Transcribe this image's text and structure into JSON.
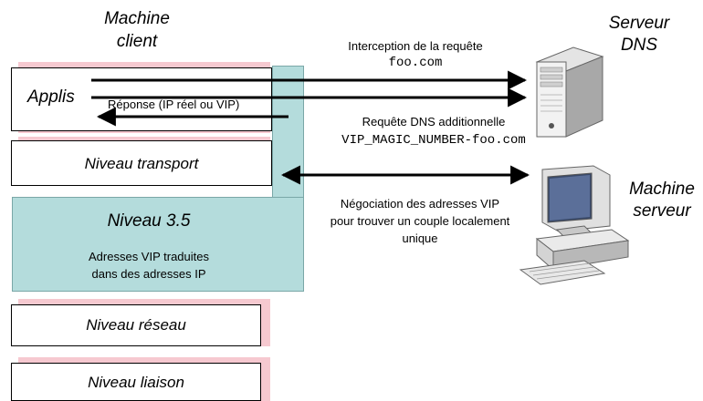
{
  "client_title": [
    "Machine",
    "client"
  ],
  "dns_title": [
    "Serveur",
    "DNS"
  ],
  "server_title": [
    "Machine",
    "serveur"
  ],
  "layers": {
    "applis": "Applis",
    "transport": "Niveau transport",
    "level35_title": "Niveau 3.5",
    "level35_desc": [
      "Adresses VIP traduites",
      "dans des adresses IP"
    ],
    "reseau": "Niveau réseau",
    "liaison": "Niveau liaison"
  },
  "arrows": {
    "interception_label": "Interception de la requête",
    "interception_domain": "foo.com",
    "response_label": "Réponse (IP réel ou VIP)",
    "dns_query_label": "Requête DNS additionnelle",
    "dns_query_domain": "VIP_MAGIC_NUMBER-foo.com",
    "negotiation_label": [
      "Négociation des adresses VIP",
      "pour trouver un couple localement",
      "unique"
    ]
  },
  "colors": {
    "teal": "#b4dcdc",
    "pink": "#f6c9d0"
  }
}
